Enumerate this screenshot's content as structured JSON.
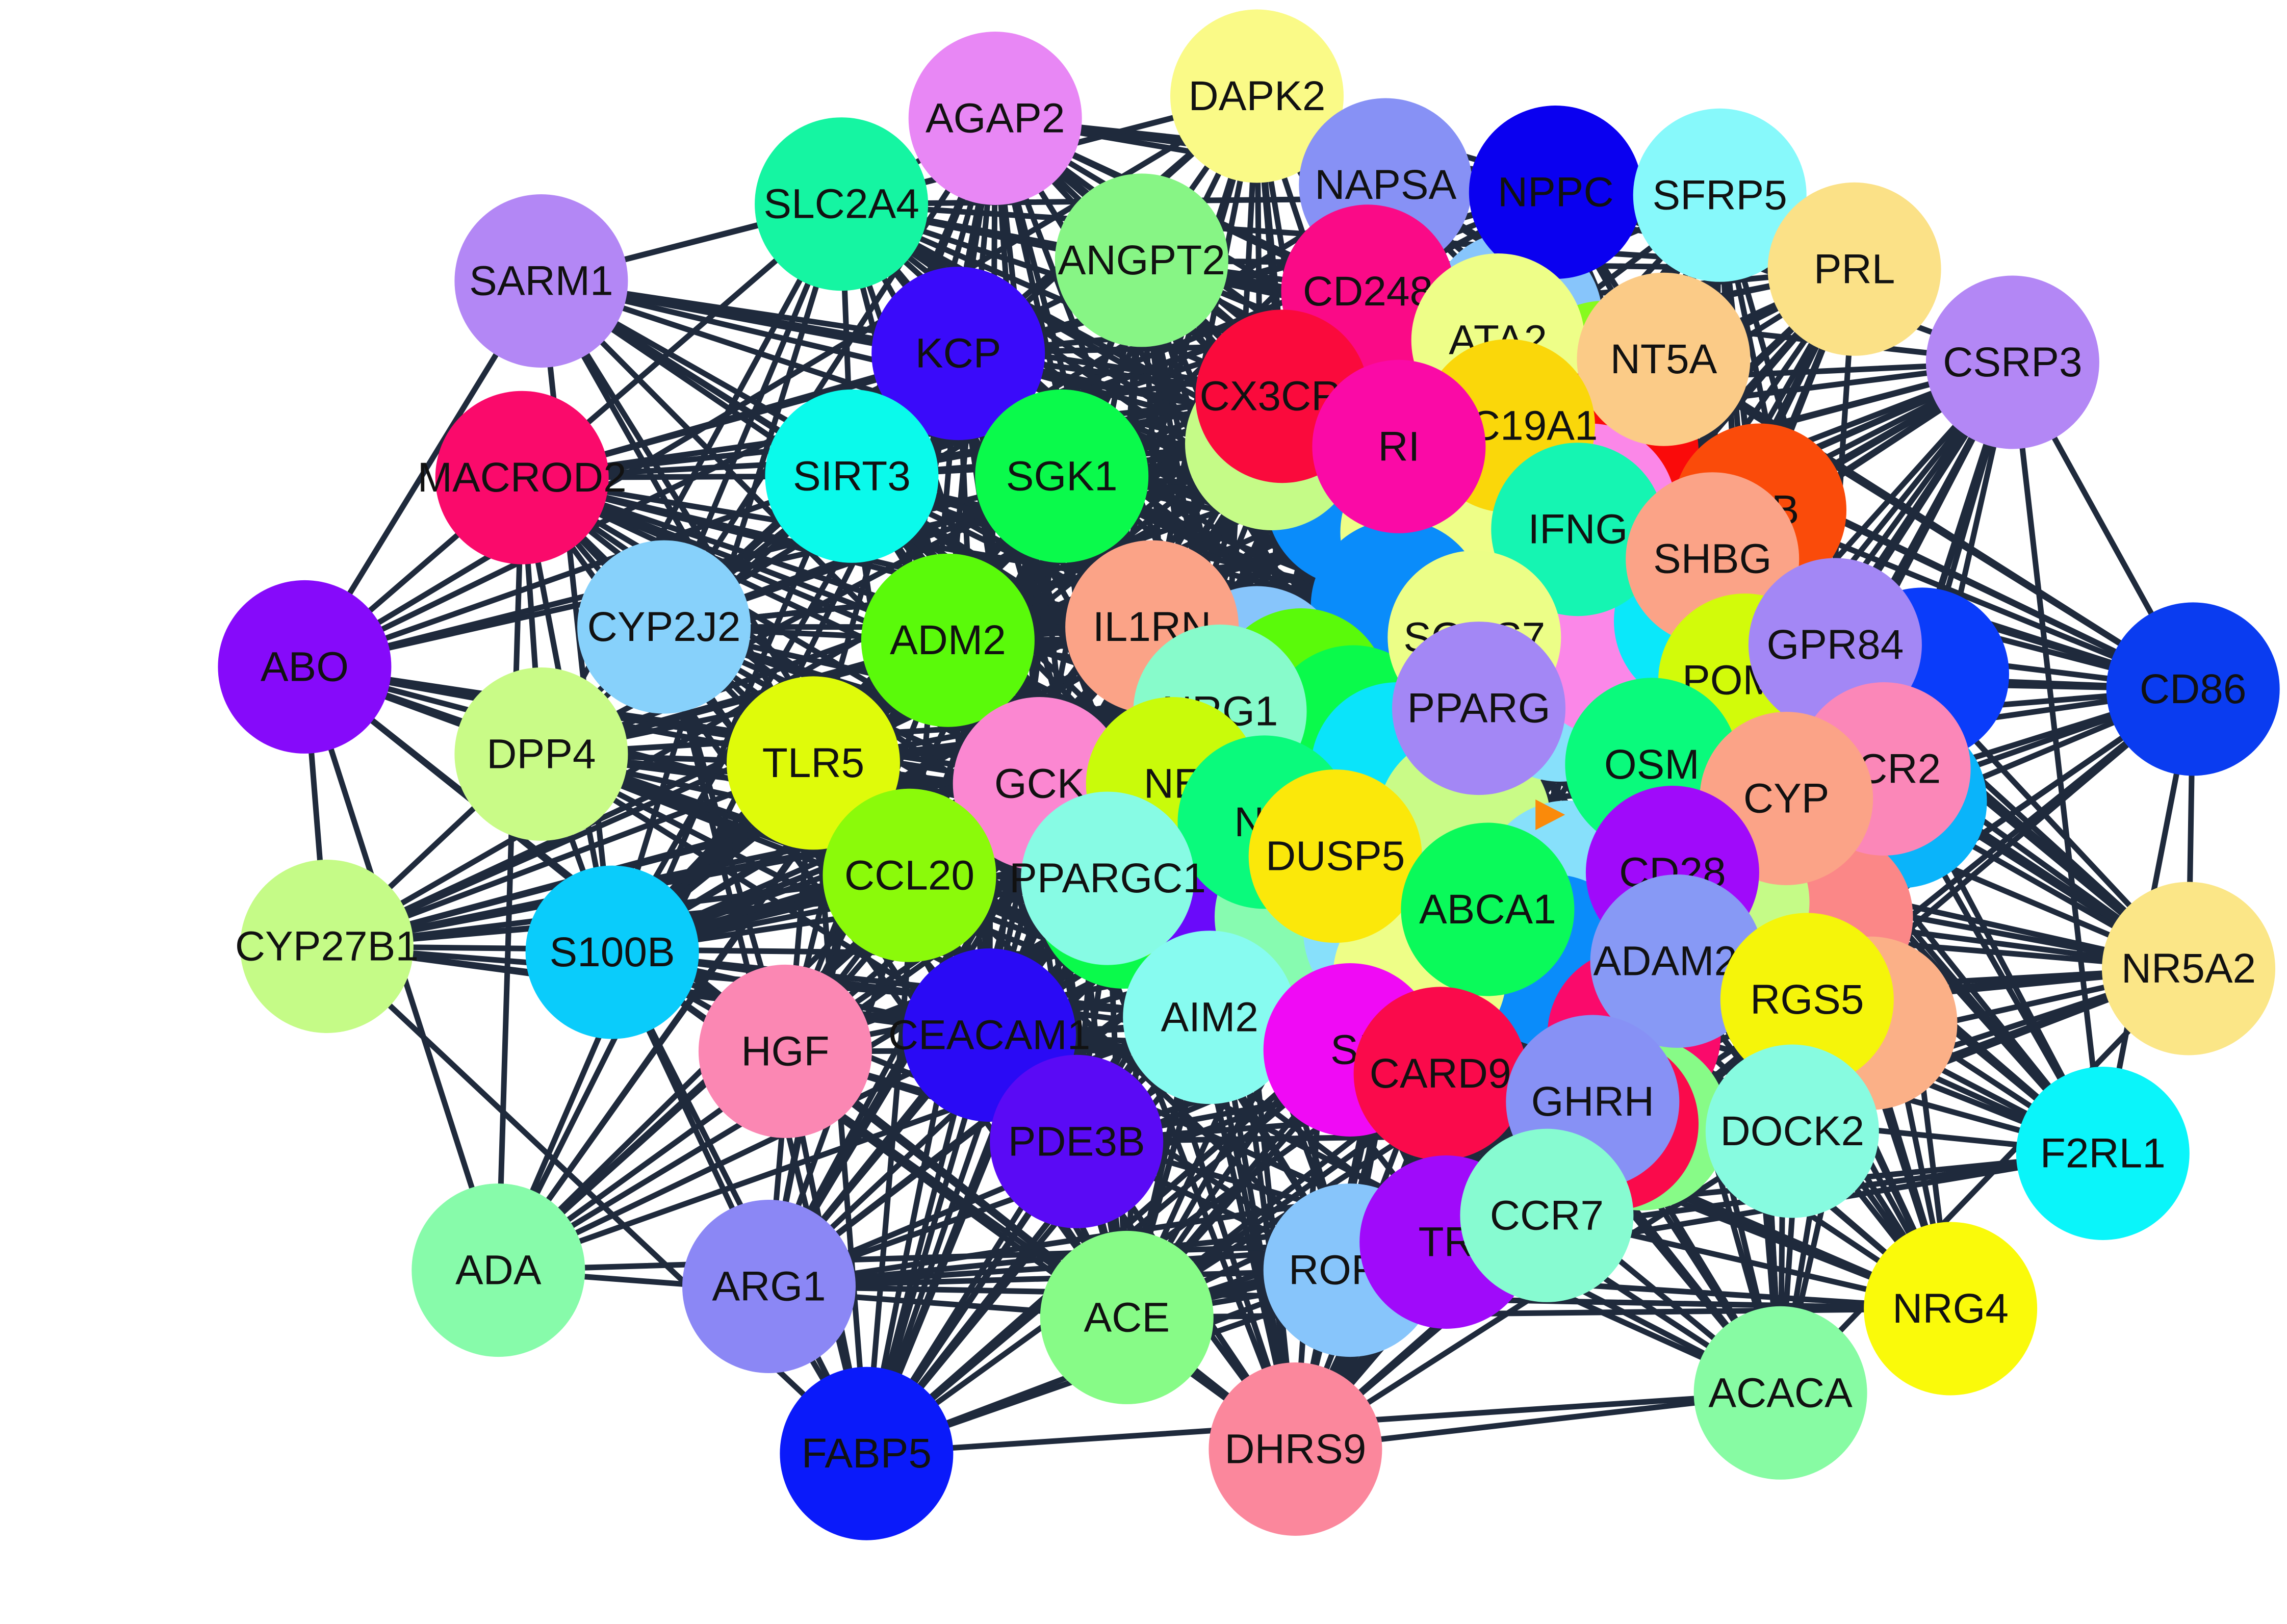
{
  "diagram": {
    "edge_color": "#1f2a3c",
    "nodes": [
      {
        "id": "AGAP2",
        "label": "AGAP2",
        "color": "#e887f5"
      },
      {
        "id": "DAPK2",
        "label": "DAPK2",
        "color": "#fafa87"
      },
      {
        "id": "SLC2A4",
        "label": "SLC2A4",
        "color": "#15f5a2"
      },
      {
        "id": "NAPSA",
        "label": "NAPSA",
        "color": "#8791f5"
      },
      {
        "id": "NPPC",
        "label": "NPPC",
        "color": "#0a00f0"
      },
      {
        "id": "SFRP5",
        "label": "SFRP5",
        "color": "#87f9fb"
      },
      {
        "id": "SARM1",
        "label": "SARM1",
        "color": "#b387f5"
      },
      {
        "id": "ANGPT2",
        "label": "ANGPT2",
        "color": "#87f585"
      },
      {
        "id": "PRL",
        "label": "PRL",
        "color": "#fbe187"
      },
      {
        "id": "CD248",
        "label": "CD248",
        "color": "#fa0a87"
      },
      {
        "id": "CSRP3",
        "label": "CSRP3",
        "color": "#b387f5"
      },
      {
        "id": "KCP",
        "label": "KCP",
        "color": "#3a0afa"
      },
      {
        "id": "ATA2",
        "label": "ATA2",
        "color": "#eefe88"
      },
      {
        "id": "NT5A",
        "label": "NT5A",
        "color": "#fbcb87"
      },
      {
        "id": "CX3CR1",
        "label": "CX3CR1",
        "color": "#fa0a3c"
      },
      {
        "id": "SLC19A1",
        "label": "SLC19A1",
        "color": "#fad70a"
      },
      {
        "id": "MACROD2",
        "label": "MACROD2",
        "color": "#fa0a6b"
      },
      {
        "id": "SIRT3",
        "label": "SIRT3",
        "color": "#0afaeb"
      },
      {
        "id": "SGK1",
        "label": "SGK1",
        "color": "#0afa4b"
      },
      {
        "id": "RI",
        "label": "RI",
        "color": "#fa0aa6"
      },
      {
        "id": "IFNG",
        "label": "IFNG",
        "color": "#15f5b2"
      },
      {
        "id": "A2B",
        "label": "A2B",
        "color": "#fa4b0a"
      },
      {
        "id": "SHBG",
        "label": "SHBG",
        "color": "#fba387"
      },
      {
        "id": "ABO",
        "label": "ABO",
        "color": "#860afa"
      },
      {
        "id": "CYP2J2",
        "label": "CYP2J2",
        "color": "#87d1fb"
      },
      {
        "id": "ADM2",
        "label": "ADM2",
        "color": "#5afa0a"
      },
      {
        "id": "IL1RN",
        "label": "IL1RN",
        "color": "#fba387"
      },
      {
        "id": "SOCS7",
        "label": "SOCS7",
        "color": "#ecfe87"
      },
      {
        "id": "POMC",
        "label": "POMC",
        "color": "#d2fb0a"
      },
      {
        "id": "GPR84",
        "label": "GPR84",
        "color": "#a387f5"
      },
      {
        "id": "CD86",
        "label": "CD86",
        "color": "#0a3cf0"
      },
      {
        "id": "DPP4",
        "label": "DPP4",
        "color": "#c9fb87"
      },
      {
        "id": "TLR5",
        "label": "TLR5",
        "color": "#dffb0a"
      },
      {
        "id": "NRG1",
        "label": "NRG1",
        "color": "#87fbcb"
      },
      {
        "id": "PPARG",
        "label": "PPARG",
        "color": "#a387f5"
      },
      {
        "id": "OSM",
        "label": "OSM",
        "color": "#0afa7c"
      },
      {
        "id": "CCR2",
        "label": "CCR2",
        "color": "#fb87b8"
      },
      {
        "id": "GCK",
        "label": "GCK",
        "color": "#fb87d1"
      },
      {
        "id": "NE",
        "label": "NE",
        "color": "#c9fb0a"
      },
      {
        "id": "NC",
        "label": "NC",
        "color": "#0afa7c"
      },
      {
        "id": "DUSP5",
        "label": "DUSP5",
        "color": "#fbe80a"
      },
      {
        "id": "CYP",
        "label": "CYP",
        "color": "#fba387"
      },
      {
        "id": "CD28",
        "label": "CD28",
        "color": "#a00afa"
      },
      {
        "id": "CYP27B1",
        "label": "CYP27B1",
        "color": "#c5fb87"
      },
      {
        "id": "S100B",
        "label": "S100B",
        "color": "#0accfb"
      },
      {
        "id": "CCL20",
        "label": "CCL20",
        "color": "#8bfa0a"
      },
      {
        "id": "PPARGC1",
        "label": "PPARGC1",
        "color": "#87fbe4"
      },
      {
        "id": "ABCA1",
        "label": "ABCA1",
        "color": "#0afa5a"
      },
      {
        "id": "NR5A2",
        "label": "NR5A2",
        "color": "#fbe687"
      },
      {
        "id": "ADAM28",
        "label": "ADAM28",
        "color": "#8799f5"
      },
      {
        "id": "RGS5",
        "label": "RGS5",
        "color": "#f5f50a"
      },
      {
        "id": "HGF",
        "label": "HGF",
        "color": "#fb87b3"
      },
      {
        "id": "CEACAM1",
        "label": "CEACAM1",
        "color": "#2a0af5"
      },
      {
        "id": "AIM2",
        "label": "AIM2",
        "color": "#87fbf0"
      },
      {
        "id": "SI",
        "label": "SI",
        "color": "#f00af5"
      },
      {
        "id": "CARD9",
        "label": "CARD9",
        "color": "#fa0a4b"
      },
      {
        "id": "GHRH",
        "label": "GHRH",
        "color": "#8791f5"
      },
      {
        "id": "DOCK2",
        "label": "DOCK2",
        "color": "#87fbe0"
      },
      {
        "id": "F2RL1",
        "label": "F2RL1",
        "color": "#0af5fa"
      },
      {
        "id": "PDE3B",
        "label": "PDE3B",
        "color": "#5a0af5"
      },
      {
        "id": "ADA",
        "label": "ADA",
        "color": "#87fbaa"
      },
      {
        "id": "ARG1",
        "label": "ARG1",
        "color": "#8b87f5"
      },
      {
        "id": "ACE",
        "label": "ACE",
        "color": "#87fb87"
      },
      {
        "id": "RORC",
        "label": "RORC",
        "color": "#87c5fb"
      },
      {
        "id": "TR",
        "label": "TR",
        "color": "#a00afa"
      },
      {
        "id": "CCR7",
        "label": "CCR7",
        "color": "#87fbd1"
      },
      {
        "id": "NRG4",
        "label": "NRG4",
        "color": "#fafa0a"
      },
      {
        "id": "ACACA",
        "label": "ACACA",
        "color": "#87fba3"
      },
      {
        "id": "FABP5",
        "label": "FABP5",
        "color": "#0a1afa"
      },
      {
        "id": "DHRS9",
        "label": "DHRS9",
        "color": "#fb879c"
      }
    ]
  }
}
